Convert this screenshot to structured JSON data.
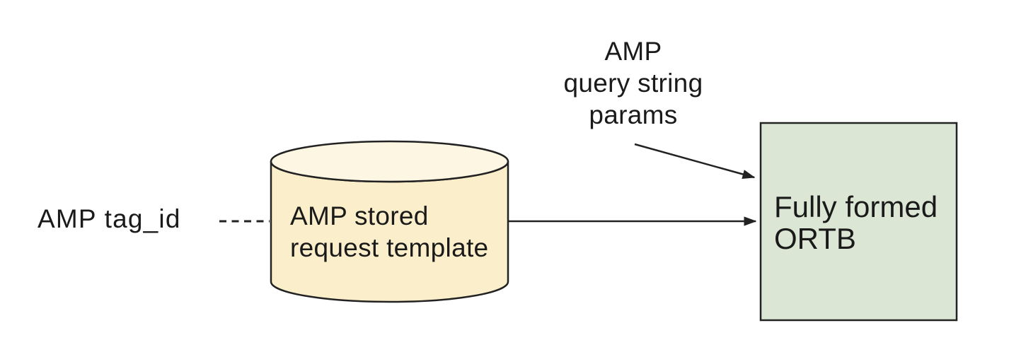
{
  "canvas": {
    "background": "#ffffff"
  },
  "colors": {
    "stroke": "#222222",
    "text": "#1a1a1a",
    "cylinder_body": "#FBEECA",
    "cylinder_top": "#FDF6E2",
    "ortb_fill": "#DBE7D4"
  },
  "labels": {
    "tag_id": "AMP tag_id",
    "query_params": "AMP\nquery string\nparams",
    "stored_request": "AMP stored\nrequest template",
    "ortb": "Fully formed\nORTB"
  },
  "nodes": {
    "stored_request": {
      "shape": "cylinder",
      "label": "AMP stored request template"
    },
    "ortb": {
      "shape": "rectangle",
      "label": "Fully formed ORTB"
    }
  },
  "connectors": {
    "tagid_to_store": {
      "from": "AMP tag_id",
      "to": "AMP stored request template",
      "style": "dashed",
      "arrowhead": "none"
    },
    "store_to_ortb": {
      "from": "AMP stored request template",
      "to": "Fully formed ORTB",
      "style": "solid",
      "arrowhead": "end"
    },
    "params_to_ortb": {
      "from": "AMP query string params",
      "to": "Fully formed ORTB",
      "style": "solid",
      "arrowhead": "end"
    }
  }
}
